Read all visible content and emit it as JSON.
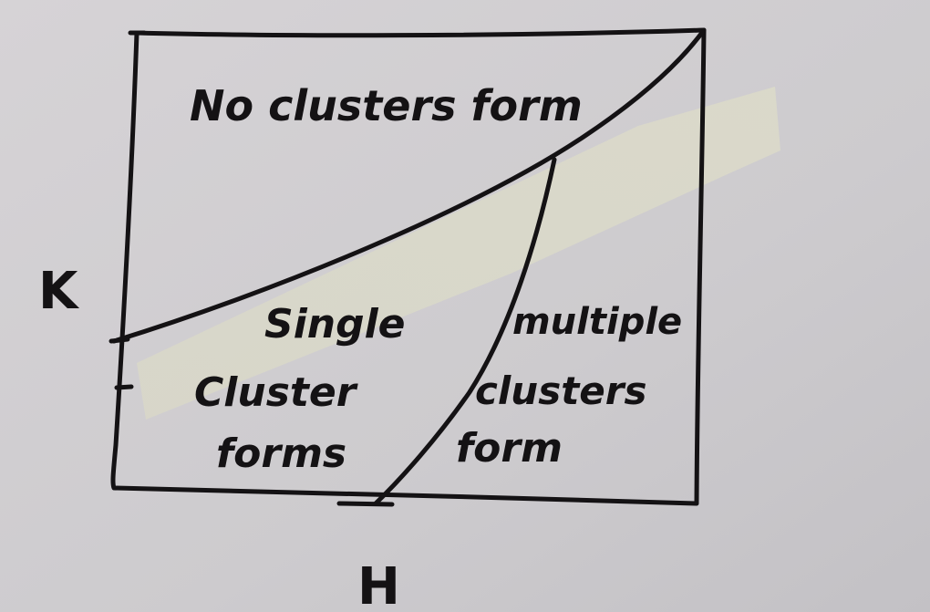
{
  "axes": {
    "y_label": "K",
    "x_label": "H"
  },
  "regions": {
    "no_clusters": "No clusters form",
    "single_line1": "Single",
    "single_line2": "Cluster",
    "single_line3": "forms",
    "multiple_line1": "multiple",
    "multiple_line2": "clusters",
    "multiple_line3": "form"
  },
  "colors": {
    "paper": "#cfcdcf",
    "ink": "#141214",
    "tape": "#d8d6c4"
  }
}
